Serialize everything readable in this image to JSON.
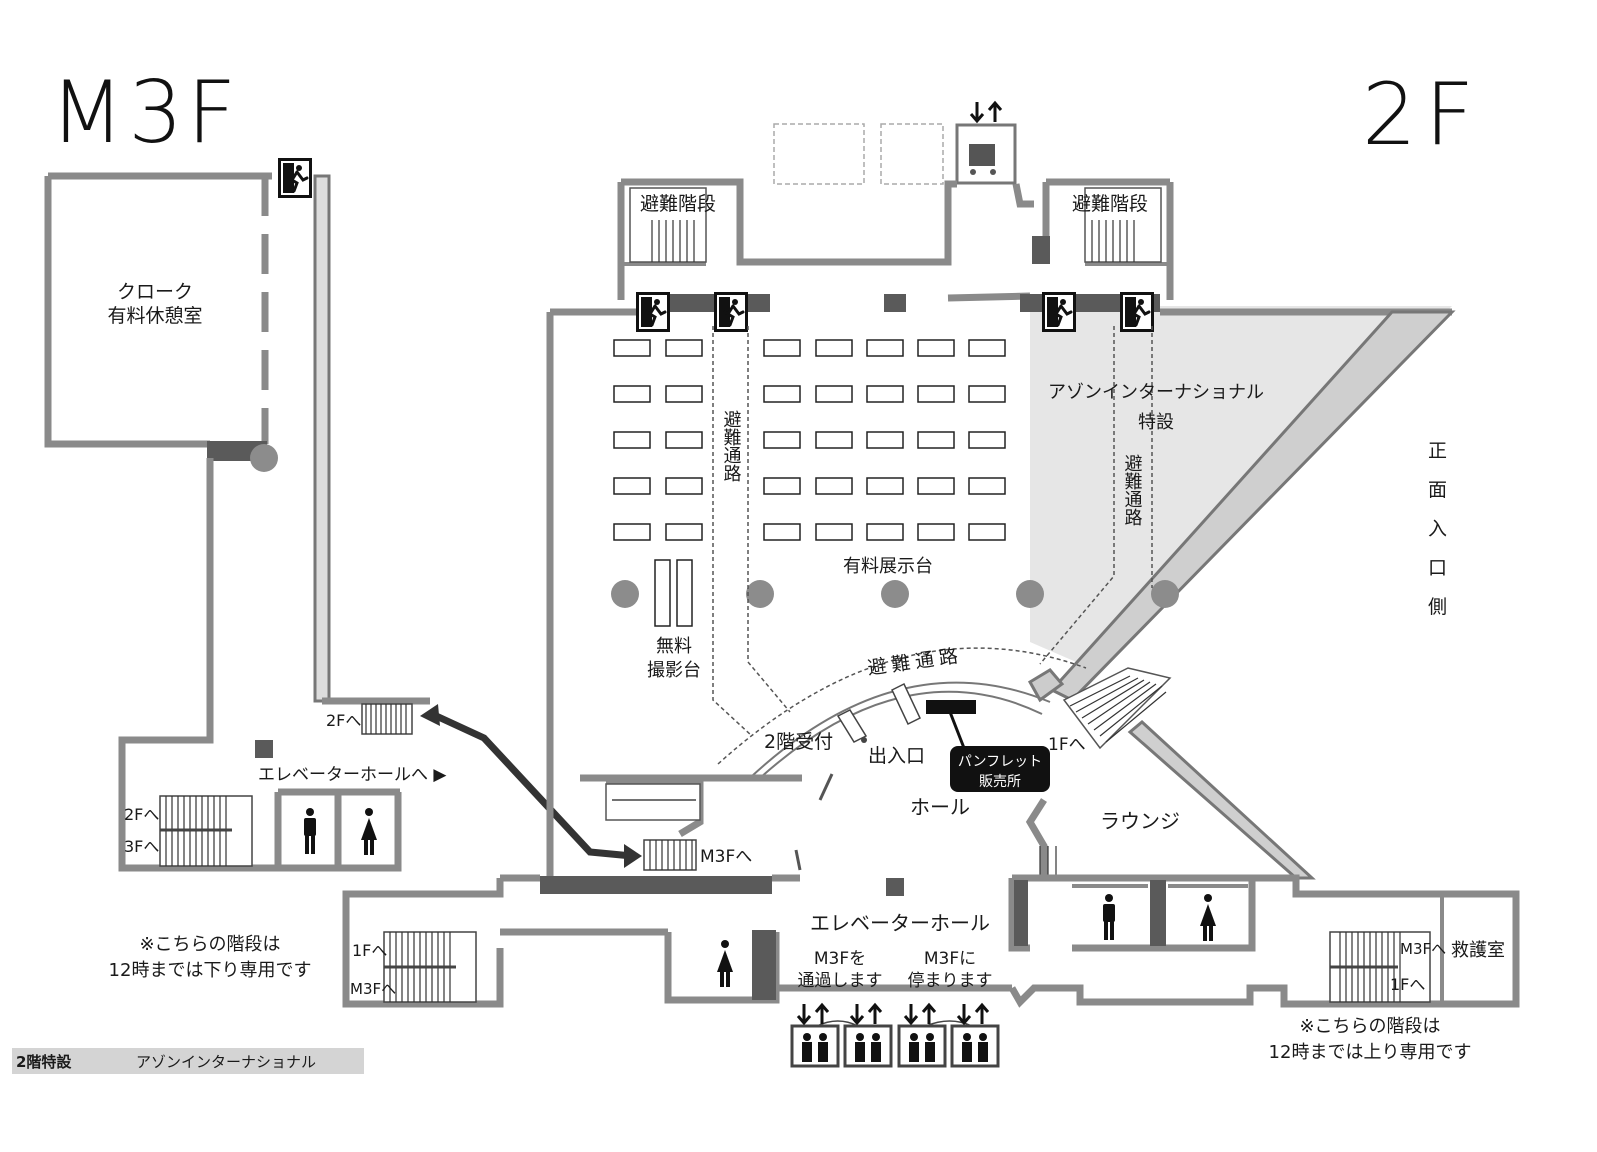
{
  "floors": {
    "left": "M3F",
    "right": "2F"
  },
  "rooms": {
    "cloak_line1": "クローク",
    "cloak_line2": "有料休憩室",
    "exhibit_area": "有料展示台",
    "free_photo_line1": "無料",
    "free_photo_line2": "撮影台",
    "azone_line1": "アゾンインターナショナル",
    "azone_line2": "特設",
    "hall": "ホール",
    "lounge": "ラウンジ",
    "first_aid": "救護室",
    "reception": "2階受付",
    "entrance": "出入口",
    "pamphlet_line1": "パンフレット",
    "pamphlet_line2": "販売所"
  },
  "evac": {
    "stairs": "避難階段",
    "route": "避難通路",
    "front_entrance": "正面入口側"
  },
  "elevators": {
    "hall_main": "エレベーターホール",
    "hall_m3f": "エレベーターホールへ ▶",
    "pass_line1": "M3Fを",
    "pass_line2": "通過します",
    "stop_line1": "M3Fに",
    "stop_line2": "停まります"
  },
  "stairs_labels": {
    "to_2f": "2Fへ",
    "to_3f": "3Fへ",
    "to_1f": "1Fへ",
    "to_m3f": "M3Fへ"
  },
  "notes": {
    "down_line1": "※こちらの階段は",
    "down_line2": "12時までは下り専用です",
    "up_line1": "※こちらの階段は",
    "up_line2": "12時までは上り専用です"
  },
  "legend": {
    "label": "2階特設",
    "value": "アゾンインターナショナル"
  },
  "colors": {
    "wall": "#8a8a8a",
    "special_area": "#e6e6e6",
    "legend_bg": "#d4d4d4",
    "pamphlet_bg": "#111111"
  },
  "icons": [
    "emergency-exit-icon",
    "man-icon",
    "woman-icon",
    "elevator-icon",
    "service-elevator-icon"
  ]
}
